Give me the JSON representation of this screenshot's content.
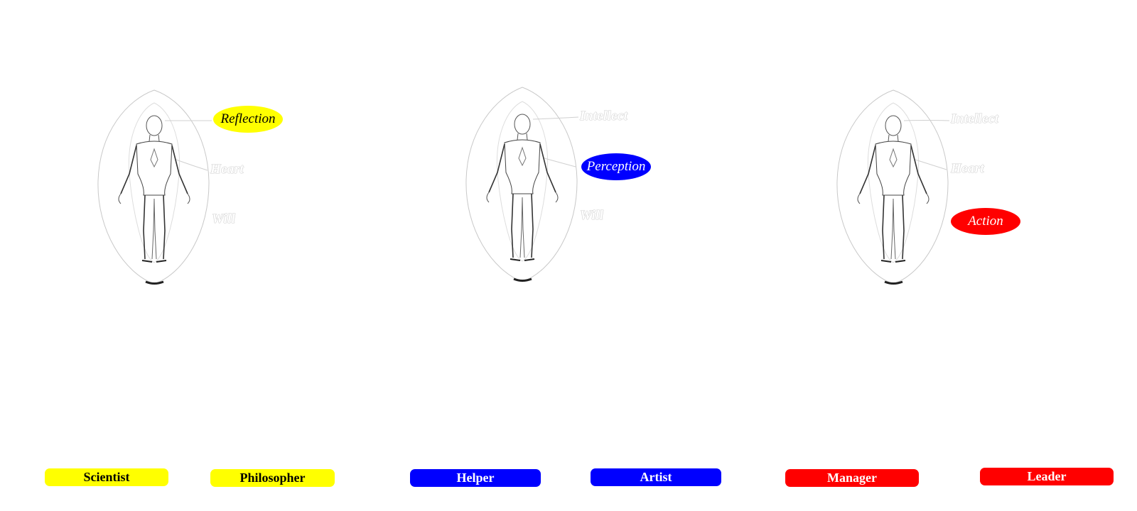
{
  "figures": [
    {
      "labels": {
        "intellect": "",
        "heart": "Heart",
        "will": "Will"
      },
      "highlight": {
        "text": "Reflection",
        "color": "#ffff00",
        "text_color": "#000000"
      }
    },
    {
      "labels": {
        "intellect": "Intellect",
        "heart": "",
        "will": "Will"
      },
      "highlight": {
        "text": "Perception",
        "color": "#0000ff",
        "text_color": "#ffffff"
      }
    },
    {
      "labels": {
        "intellect": "Intellect",
        "heart": "Heart",
        "will": ""
      },
      "highlight": {
        "text": "Action",
        "color": "#ff0000",
        "text_color": "#ffffff"
      }
    }
  ],
  "roles": [
    {
      "label": "Scientist",
      "color": "#ffff00",
      "text_color": "#000000"
    },
    {
      "label": "Philosopher",
      "color": "#ffff00",
      "text_color": "#000000"
    },
    {
      "label": "Helper",
      "color": "#0000ff",
      "text_color": "#ffffff"
    },
    {
      "label": "Artist",
      "color": "#0000ff",
      "text_color": "#ffffff"
    },
    {
      "label": "Manager",
      "color": "#ff0000",
      "text_color": "#ffffff"
    },
    {
      "label": "Leader",
      "color": "#ff0000",
      "text_color": "#ffffff"
    }
  ]
}
